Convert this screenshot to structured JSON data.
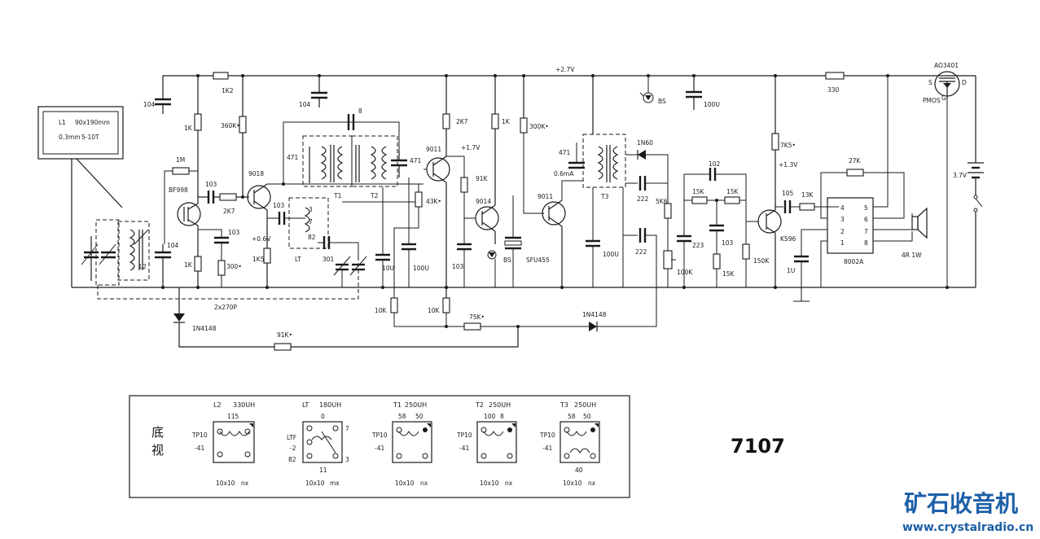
{
  "schematic": {
    "model": "7107",
    "supply_rail": "+2.7V",
    "loop_antenna": {
      "name": "L1",
      "size": "90x190mm",
      "wire": "0.3mm",
      "turns": "5-10T"
    },
    "components": {
      "c104a": "104",
      "c104b": "104",
      "c104c": "104",
      "r1k2": "1K2",
      "r1ka": "1K",
      "r1m": "1M",
      "bf998": "BF998",
      "c103a": "103",
      "r2k7a": "2K7",
      "r360k": "360K•",
      "q9018": "9018",
      "r1kb": "1K",
      "c103b": "103",
      "r300": "300•",
      "r1k5": "1K5",
      "v06": "+0.6V",
      "c103c": "103",
      "c8": "8",
      "c471a": "471",
      "t1": "T1",
      "t2": "T2",
      "c471b": "471",
      "lt": "LT",
      "pin3": "3",
      "pin7": "7",
      "pin82": "82",
      "c301": "301",
      "c10u": "10U",
      "c100ua": "100U",
      "r43k": "43K•",
      "q9011a": "9011",
      "v17": "+1.7V",
      "r2k7b": "2K7",
      "r91k": "91K",
      "q9014": "9014",
      "c103d": "103",
      "bs1": "BS",
      "r1kc": "1K",
      "r300k": "300K•",
      "sfu455": "SFU455",
      "q9011b": "9011",
      "c471c": "471",
      "ma06": "0.6mA",
      "t3": "T3",
      "c100ub": "100U",
      "d1n60": "1N60",
      "c222a": "222",
      "c222b": "222",
      "r5k6": "5K6",
      "r100k": "100K",
      "bs2": "BS",
      "c100uc": "100U",
      "c102": "102",
      "r15ka": "15K",
      "r15kb": "15K",
      "c223": "223",
      "c103e": "103",
      "r15kc": "15K",
      "r150k": "150K",
      "r7k5": "7K5•",
      "v13": "+1.3V",
      "c105": "105",
      "r13k": "13K",
      "k596": "K596",
      "c1u": "1U",
      "r27k": "27K",
      "ic": "8002A",
      "spk": "4R 1W",
      "r330": "330",
      "ao3401": "AO3401",
      "pmos": "PMOS",
      "pin_s": "S",
      "pin_d": "D",
      "pin_g": "G",
      "bat": "3.7V",
      "l2": "L2",
      "c2x270": "2x270P",
      "r10ka": "10K",
      "r10kb": "10K",
      "r75k": "75K•",
      "d1n4148a": "1N4148",
      "d1n4148b": "1N4148",
      "r91kb": "91K•",
      "ic_p4": "4",
      "ic_p3": "3",
      "ic_p2": "2",
      "ic_p1": "1",
      "ic_p5": "5",
      "ic_p6": "6",
      "ic_p7": "7",
      "ic_p8": "8"
    }
  },
  "bottom_view": {
    "label_line1": "底",
    "label_line2": "视",
    "coils": [
      {
        "name": "L2",
        "value": "330UH",
        "top": "115",
        "left1": "TP10",
        "left2": "-41",
        "size": "10x10",
        "suffix": "nx"
      },
      {
        "name": "LT",
        "value": "180UH",
        "top": "0",
        "left1": "LTF",
        "left2": "-2",
        "left3": "82",
        "right1": "7",
        "right2": "3",
        "bottom": "11",
        "size": "10x10",
        "suffix": "mx"
      },
      {
        "name": "T1",
        "value": "250UH",
        "top1": "58",
        "top2": "50",
        "left1": "TP10",
        "left2": "-41",
        "size": "10x10",
        "suffix": "nx"
      },
      {
        "name": "T2",
        "value": "250UH",
        "top1": "100",
        "top2": "8",
        "left1": "TP10",
        "left2": "-41",
        "size": "10x10",
        "suffix": "nx"
      },
      {
        "name": "T3",
        "value": "250UH",
        "top1": "58",
        "top2": "50",
        "left1": "TP10",
        "left2": "-41",
        "bottom": "40",
        "size": "10x10",
        "suffix": "nx"
      }
    ]
  },
  "watermark": {
    "brand": "矿石收音机",
    "url": "www.crystalradio.cn"
  },
  "icons": [
    "battery-icon",
    "speaker-icon",
    "switch-icon",
    "diode-icon",
    "led-icon",
    "transistor-icon",
    "mosfet-icon",
    "coil-icon"
  ]
}
